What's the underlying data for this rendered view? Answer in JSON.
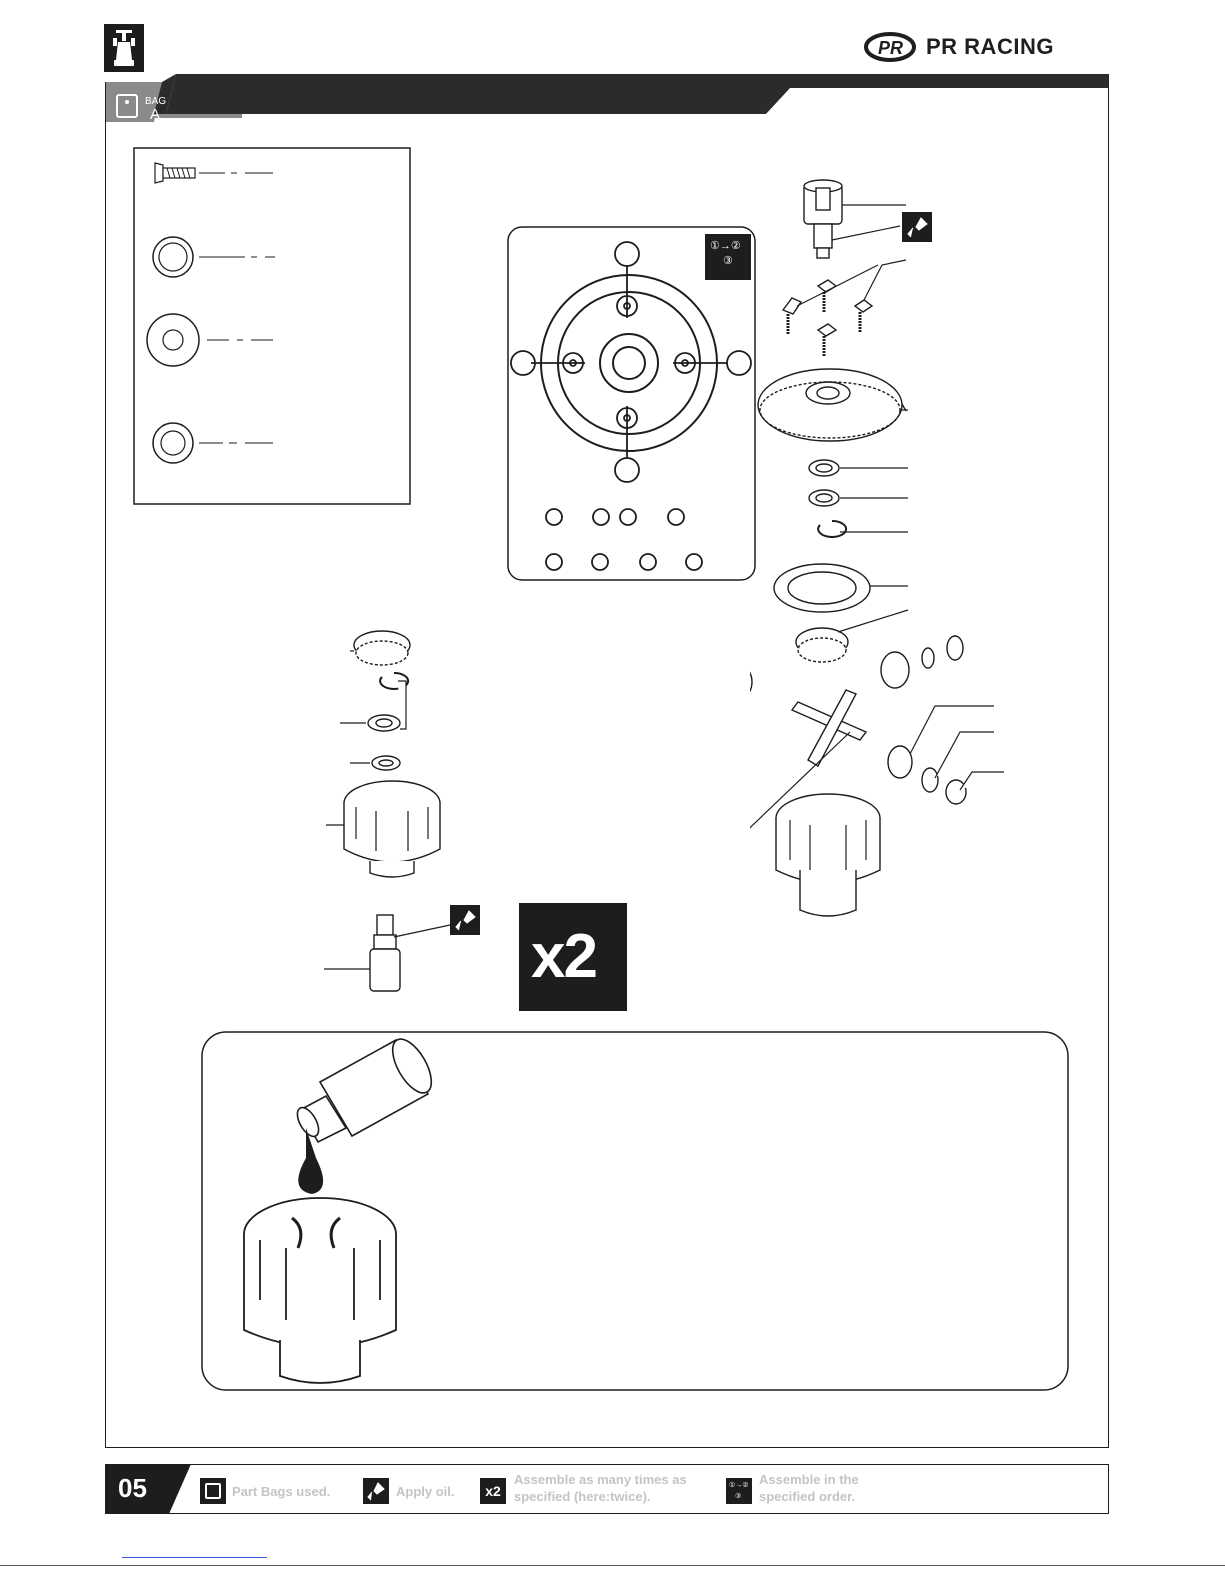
{
  "header": {
    "brand_name": "PR RACING",
    "bag_label": "BAG",
    "bag_letter": "A"
  },
  "x2_badge": "x2",
  "sequence_badge": {
    "step1": "①",
    "step2": "②",
    "step3": "③"
  },
  "footer": {
    "page_number": "05",
    "legend": [
      {
        "icon": "bag-icon",
        "text": "Part Bags used."
      },
      {
        "icon": "oil-drop-icon",
        "text": "Apply oil."
      },
      {
        "icon": "x2-icon",
        "icon_text": "x2",
        "text_line1": "Assemble as many times as",
        "text_line2": "specified (here:twice)."
      },
      {
        "icon": "order-icon",
        "text_line1": "Assemble in the",
        "text_line2": "specified order."
      }
    ]
  },
  "colors": {
    "dark": "#1d1d1d",
    "header_band": "#2b2b2b",
    "gray_tab": "#8a8a8a",
    "legend_text": "#c4c4c4"
  }
}
